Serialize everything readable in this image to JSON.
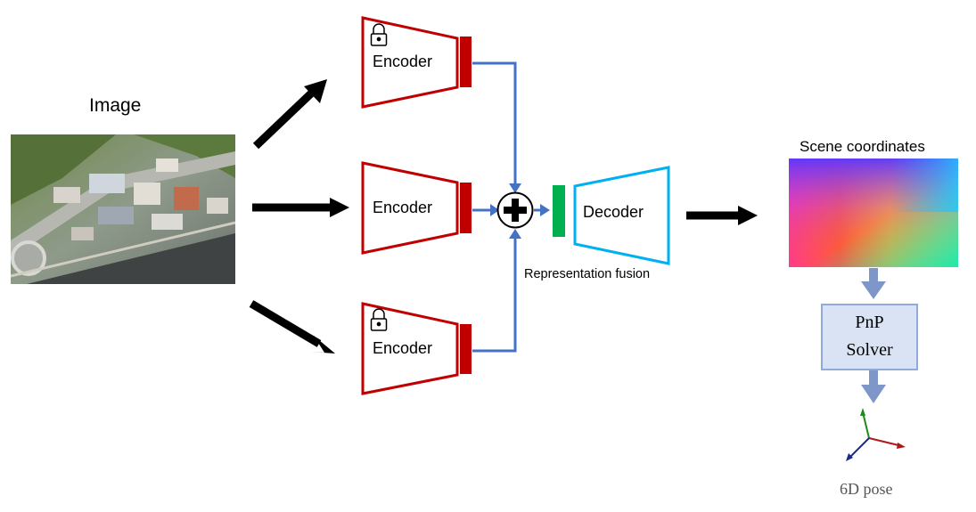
{
  "image_label": "Image",
  "encoders": [
    {
      "label": "Encoder",
      "locked": true
    },
    {
      "label": "Encoder",
      "locked": false
    },
    {
      "label": "Encoder",
      "locked": true
    }
  ],
  "decoder_label": "Decoder",
  "fusion_label": "Representation fusion",
  "scene_coordinates_label": "Scene coordinates",
  "pnp_solver": {
    "line1": "PnP",
    "line2": "Solver"
  },
  "pose_label": "6D pose",
  "colors": {
    "encoder": "#c00000",
    "decoder": "#00b0f0",
    "fusion_bar": "#00b050",
    "connector": "#4472c4",
    "pnp_fill": "#dae3f3",
    "pnp_stroke": "#8faadc",
    "flow_arrow": "#7f96c9"
  }
}
